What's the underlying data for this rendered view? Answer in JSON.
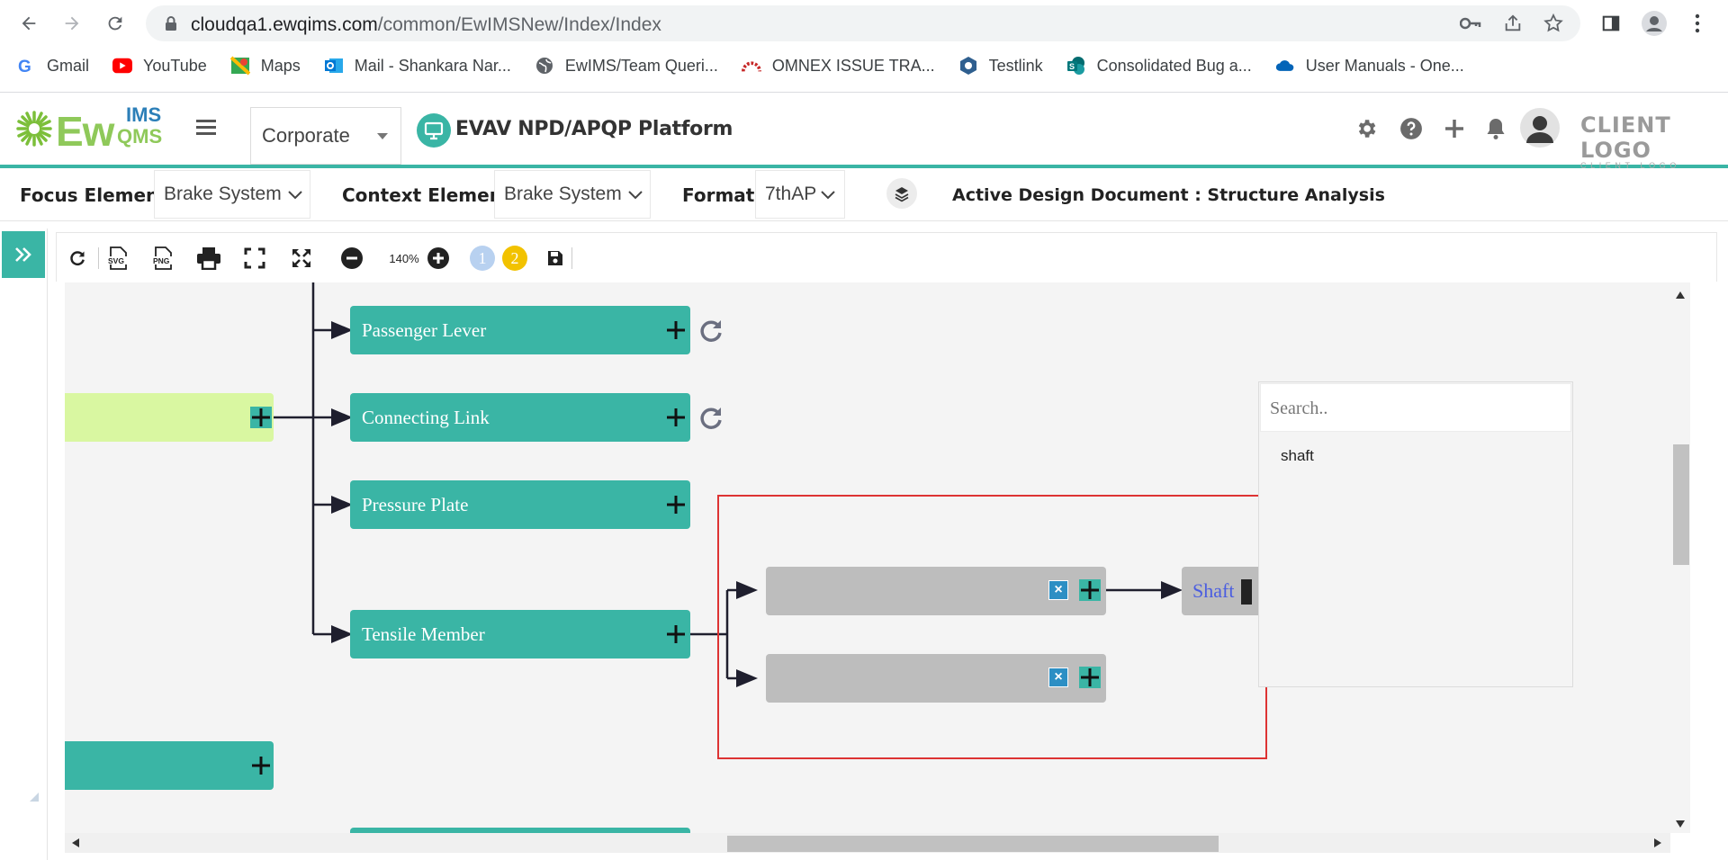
{
  "browser": {
    "url_domain": "cloudqa1.ewqims.com",
    "url_path": "/common/EwIMSNew/Index/Index",
    "bookmarks": [
      {
        "label": "Gmail",
        "icon": "gmail-icon"
      },
      {
        "label": "YouTube",
        "icon": "youtube-icon"
      },
      {
        "label": "Maps",
        "icon": "maps-icon"
      },
      {
        "label": "Mail - Shankara Nar...",
        "icon": "outlook-icon"
      },
      {
        "label": "EwIMS/Team Queri...",
        "icon": "globe-icon"
      },
      {
        "label": "OMNEX ISSUE TRA...",
        "icon": "omnex-icon"
      },
      {
        "label": "Testlink",
        "icon": "testlink-icon"
      },
      {
        "label": "Consolidated Bug a...",
        "icon": "sharepoint-icon"
      },
      {
        "label": "User Manuals - One...",
        "icon": "onedrive-icon"
      }
    ]
  },
  "header": {
    "logo_text": "Ew",
    "logo_sup_ims": "IMS",
    "logo_sup_qms": "QMS",
    "corporate_label": "Corporate",
    "platform_title": "EVAV NPD/APQP Platform",
    "client_logo": "CLIENT LOGO",
    "client_logo_sub": "CLIENT LOGO"
  },
  "filters": {
    "focus_label": "Focus Element",
    "focus_value": "Brake System",
    "context_label": "Context Element",
    "context_value": "Brake System",
    "format_label": "Format",
    "format_value": "7thAP",
    "active_doc": "Active Design Document : Structure Analysis"
  },
  "toolbar": {
    "zoom": "140%",
    "badge_1": "1",
    "badge_2": "2"
  },
  "diagram": {
    "nodes": {
      "passenger_lever": "Passenger Lever",
      "connecting_link": "Connecting Link",
      "pressure_plate": "Pressure Plate",
      "tensile_member": "Tensile Member",
      "shaft_input": "Shaft"
    },
    "colors": {
      "node": "#3ab5a5",
      "parent_node": "#d9f7a1",
      "gray_node": "#bdbdbd",
      "highlight_box": "#dd3333"
    }
  },
  "search_dropdown": {
    "placeholder": "Search..",
    "items": [
      "shaft"
    ]
  }
}
